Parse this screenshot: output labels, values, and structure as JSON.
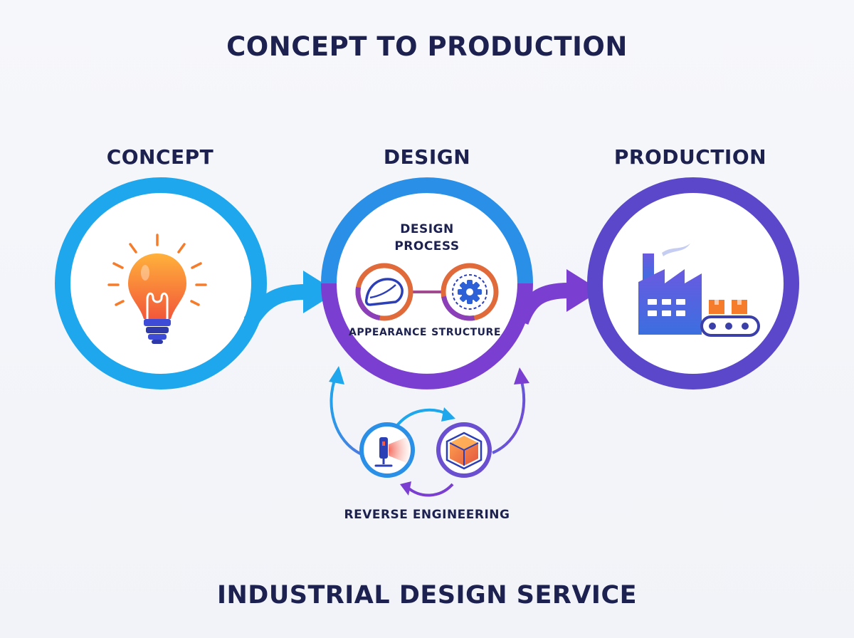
{
  "title": "CONCEPT TO PRODUCTION",
  "footer": "INDUSTRIAL DESIGN SERVICE",
  "stages": [
    {
      "label": "CONCEPT",
      "icon": "lightbulb-icon"
    },
    {
      "label": "DESIGN",
      "icon": "design-process-icon"
    },
    {
      "label": "PRODUCTION",
      "icon": "factory-icon"
    }
  ],
  "design_process": {
    "title_line1": "DESIGN",
    "title_line2": "PROCESS",
    "items": [
      {
        "label": "APPEARANCE",
        "icon": "shoe-icon"
      },
      {
        "label": "STRUCTURE",
        "icon": "gear-icon"
      }
    ]
  },
  "reverse_engineering": {
    "label": "REVERSE ENGINEERING",
    "icons": [
      "scanner-icon",
      "cube-icon"
    ]
  },
  "colors": {
    "cyan": "#1ea7ec",
    "blue": "#3b82e6",
    "purple": "#7a3fd0",
    "indigo": "#5b47c9",
    "navy": "#1c2150",
    "orange": "#f57c2b"
  }
}
